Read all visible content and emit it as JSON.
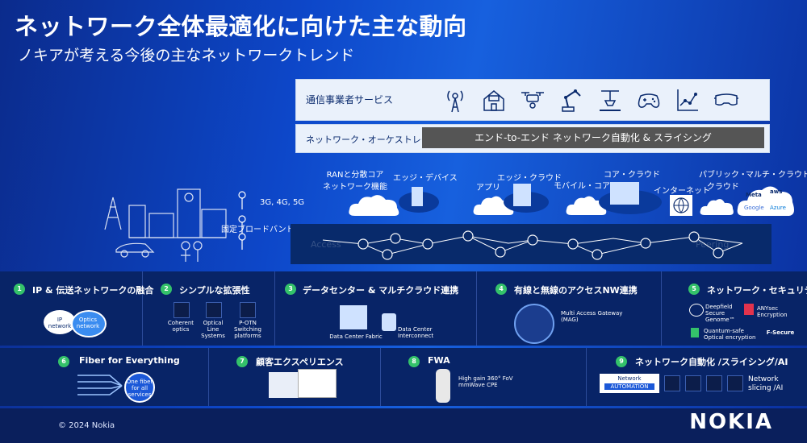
{
  "header": {
    "title": "ネットワーク全体最適化に向けた主な動向",
    "subtitle": "ノキアが考える今後の主なネットワークトレンド"
  },
  "service_bar": {
    "label": "通信事業者サービス",
    "icons": [
      "antenna-tower-icon",
      "smart-home-icon",
      "drone-icon",
      "robot-arm-icon",
      "industrial-machine-icon",
      "gamepad-icon",
      "analytics-chart-icon",
      "vr-headset-icon"
    ]
  },
  "orchestration_bar": {
    "label": "ネットワーク・オーケストレーション",
    "e2e": "エンド-to-エンド ネットワーク自動化 & スライシング"
  },
  "network": {
    "ran_core": "RANと分散コア\nネットワーク機能",
    "edge_device": "エッジ・デバイス",
    "app": "アプリ",
    "edge_cloud": "エッジ・クラウド",
    "mobile_core": "モバイル・コア",
    "core_cloud": "コア・クラウド",
    "internet": "インターネット",
    "public_cloud": "パブリック・\nクラウド",
    "multi_cloud": "マルチ・クラウド",
    "mobile_gen": "3G, 4G, 5G",
    "fixed_broadband": "固定ブロードバンド",
    "access_ghost": "Access",
    "peering_ghost": "Peering",
    "cloud_brands": [
      "Meta",
      "aws",
      "Google",
      "Azure"
    ]
  },
  "trends_row1": [
    {
      "num": "1",
      "title": "IP & 伝送ネットワークの融合",
      "items": [
        "IP network",
        "Optics network"
      ]
    },
    {
      "num": "2",
      "title": "シンプルな拡張性",
      "items": [
        "Coherent optics",
        "Optical Line Systems",
        "P-OTN Switching platforms"
      ]
    },
    {
      "num": "3",
      "title": "データセンター & マルチクラウド連携",
      "items": [
        "Data Center Fabric",
        "Data Center Interconnect"
      ]
    },
    {
      "num": "4",
      "title": "有線と無線のアクセスNW連携",
      "items": [
        "Multi Access Gateway (MAG)"
      ]
    },
    {
      "num": "5",
      "title": "ネットワーク・セキュリティ",
      "items": [
        "Deepfield Secure Genome™",
        "ANYsec Encryption",
        "Quantum-safe Optical encryption",
        "F-Secure"
      ]
    }
  ],
  "trends_row2": [
    {
      "num": "6",
      "title": "Fiber for Everything",
      "items": [
        "One fiber for all services"
      ]
    },
    {
      "num": "7",
      "title": "顧客エクスペリエンス",
      "items": []
    },
    {
      "num": "8",
      "title": "FWA",
      "items": [
        "High gain 360° FoV mmWave CPE"
      ]
    },
    {
      "num": "9",
      "title": "ネットワーク自動化 /スライシング/AI",
      "items": [
        "Network",
        "AUTOMATION",
        "Network slicing /AI"
      ]
    }
  ],
  "footer": {
    "copyright": "© 2024 Nokia",
    "logo": "NOKIA"
  },
  "colors": {
    "accent": "#34c26a",
    "panel": "#082467",
    "bg": "#0d47c9"
  }
}
